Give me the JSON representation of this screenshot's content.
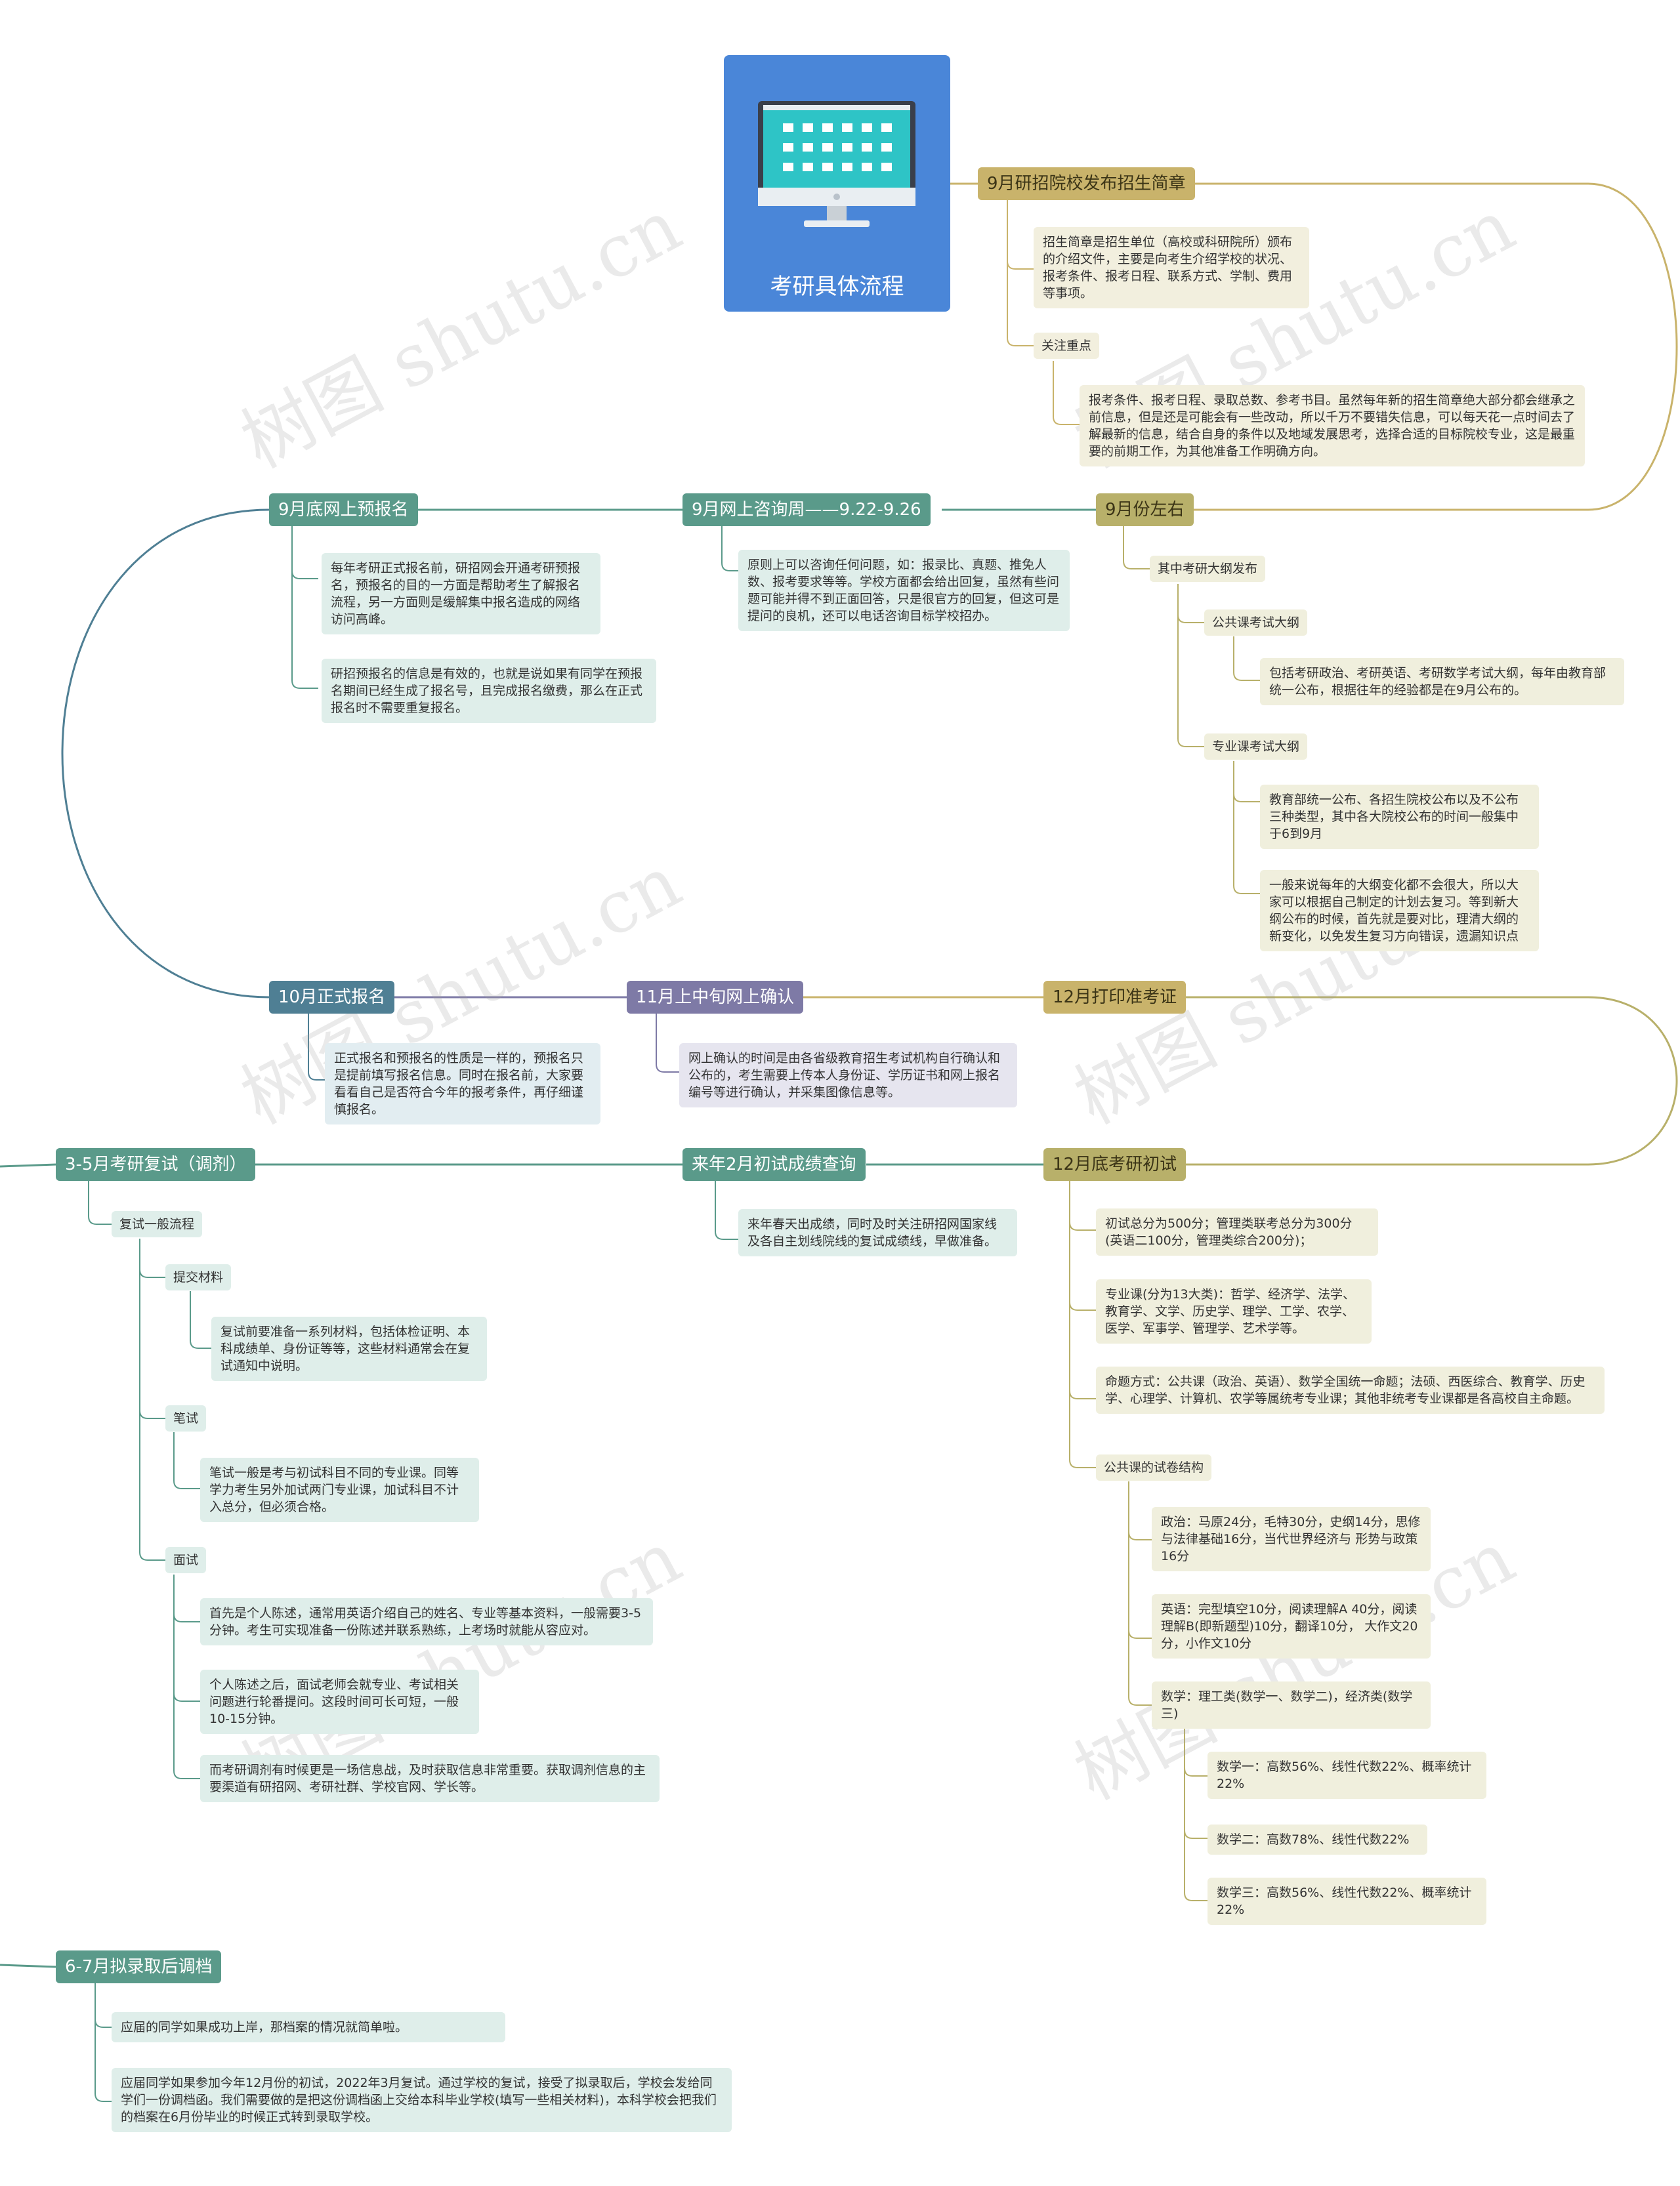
{
  "root": {
    "title": "考研具体流程",
    "icon": "monitor-icon"
  },
  "watermark": "树图 shutu.cn",
  "colors": {
    "root": "#4a86d8",
    "gold": "#c9b36b",
    "teal": "#5a9a8a",
    "blue": "#4f7f94",
    "purple": "#7e7aa6",
    "olive": "#b8b06a"
  },
  "nodes": {
    "sep_brochure": {
      "title": "9月研招院校发布招生简章",
      "desc": "招生简章是招生单位（高校或科研院所）颁布的介绍文件，主要是向考生介绍学校的状况、报考条件、报考日程、联系方式、学制、费用等事项。",
      "focus_label": "关注重点",
      "focus_text": "报考条件、报考日程、录取总数、参考书目。虽然每年新的招生简章绝大部分都会继承之前信息，但是还是可能会有一些改动，所以千万不要错失信息，可以每天花一点时间去了解最新的信息，结合自身的条件以及地域发展思考，选择合适的目标院校专业，这是最重要的前期工作，为其他准备工作明确方向。"
    },
    "sep_around": {
      "title": "9月份左右",
      "child": "其中考研大纲发布",
      "public_label": "公共课考试大纲",
      "public_text": "包括考研政治、考研英语、考研数学考试大纲，每年由教育部统一公布，根据往年的经验都是在9月公布的。",
      "major_label": "专业课考试大纲",
      "major_text1": "教育部统一公布、各招生院校公布以及不公布三种类型，其中各大院校公布的时间一般集中于6到9月",
      "major_text2": "一般来说每年的大纲变化都不会很大，所以大家可以根据自己制定的计划去复习。等到新大纲公布的时候，首先就是要对比，理清大纲的新变化，以免发生复习方向错误，遗漏知识点"
    },
    "sep_consult": {
      "title": "9月网上咨询周——9.22-9.26",
      "text": "原则上可以咨询任何问题，如：报录比、真题、推免人数、报考要求等等。学校方面都会给出回复，虽然有些问题可能并得不到正面回答，只是很官方的回复，但这可是提问的良机，还可以电话咨询目标学校招办。"
    },
    "sep_prereg": {
      "title": "9月底网上预报名",
      "text1": "每年考研正式报名前，研招网会开通考研预报名，预报名的目的一方面是帮助考生了解报名流程，另一方面则是缓解集中报名造成的网络访问高峰。",
      "text2": "研招预报名的信息是有效的，也就是说如果有同学在预报名期间已经生成了报名号，且完成报名缴费，那么在正式报名时不需要重复报名。"
    },
    "oct_reg": {
      "title": "10月正式报名",
      "text": "正式报名和预报名的性质是一样的，预报名只是提前填写报名信息。同时在报名前，大家要看看自己是否符合今年的报考条件，再仔细谨慎报名。"
    },
    "nov_confirm": {
      "title": "11月上中旬网上确认",
      "text": "网上确认的时间是由各省级教育招生考试机构自行确认和公布的，考生需要上传本人身份证、学历证书和网上报名编号等进行确认，并采集图像信息等。"
    },
    "dec_print": {
      "title": "12月打印准考证"
    },
    "dec_exam": {
      "title": "12月底考研初试",
      "score": "初试总分为500分；管理类联考总分为300分(英语二100分，管理类综合200分)；",
      "subjects": "专业课(分为13大类)：哲学、经济学、法学、教育学、文学、历史学、理学、工学、农学、医学、军事学、管理学、艺术学等。",
      "method": "命题方式：公共课（政治、英语）、数学全国统一命题；法硕、西医综合、教育学、历史学、心理学、计算机、农学等属统考专业课；其他非统考专业课都是各高校自主命题。",
      "structure_label": "公共课的试卷结构",
      "politics": "政治：马原24分，毛特30分，史纲14分，思修与法律基础16分，当代世界经济与 形势与政策16分",
      "english": "英语：完型填空10分，阅读理解A 40分，阅读理解B(即新题型)10分，翻译10分， 大作文20分，小作文10分",
      "math": "数学：理工类(数学一、数学二)，经济类(数学三)",
      "math1": "数学一：高数56%、线性代数22%、概率统计22%",
      "math2": "数学二：高数78%、线性代数22%",
      "math3": "数学三：高数56%、线性代数22%、概率统计22%"
    },
    "feb_score": {
      "title": "来年2月初试成绩查询",
      "text": "来年春天出成绩，同时及时关注研招网国家线及各自主划线院线的复试成绩线，早做准备。"
    },
    "mar_retest": {
      "title": "3-5月考研复试（调剂）",
      "flow_label": "复试一般流程",
      "submit_label": "提交材料",
      "submit_text": "复试前要准备一系列材料，包括体检证明、本科成绩单、身份证等等，这些材料通常会在复试通知中说明。",
      "written_label": "笔试",
      "written_text": "笔试一般是考与初试科目不同的专业课。同等学力考生另外加试两门专业课，加试科目不计入总分，但必须合格。",
      "interview_label": "面试",
      "interview_text1": "首先是个人陈述，通常用英语介绍自己的姓名、专业等基本资料，一般需要3-5分钟。考生可实现准备一份陈述并联系熟练，上考场时就能从容应对。",
      "interview_text2": "个人陈述之后，面试老师会就专业、考试相关问题进行轮番提问。这段时间可长可短，一般10-15分钟。",
      "interview_text3": "而考研调剂有时候更是一场信息战，及时获取信息非常重要。获取调剂信息的主要渠道有研招网、考研社群、学校官网、学长等。"
    },
    "jun_archive": {
      "title": "6-7月拟录取后调档",
      "text1": "应届的同学如果成功上岸，那档案的情况就简单啦。",
      "text2": "应届同学如果参加今年12月份的初试，2022年3月复试。通过学校的复试，接受了拟录取后，学校会发给同学们一份调档函。我们需要做的是把这份调档函上交给本科毕业学校(填写一些相关材料)，本科学校会把我们的档案在6月份毕业的时候正式转到录取学校。"
    }
  }
}
